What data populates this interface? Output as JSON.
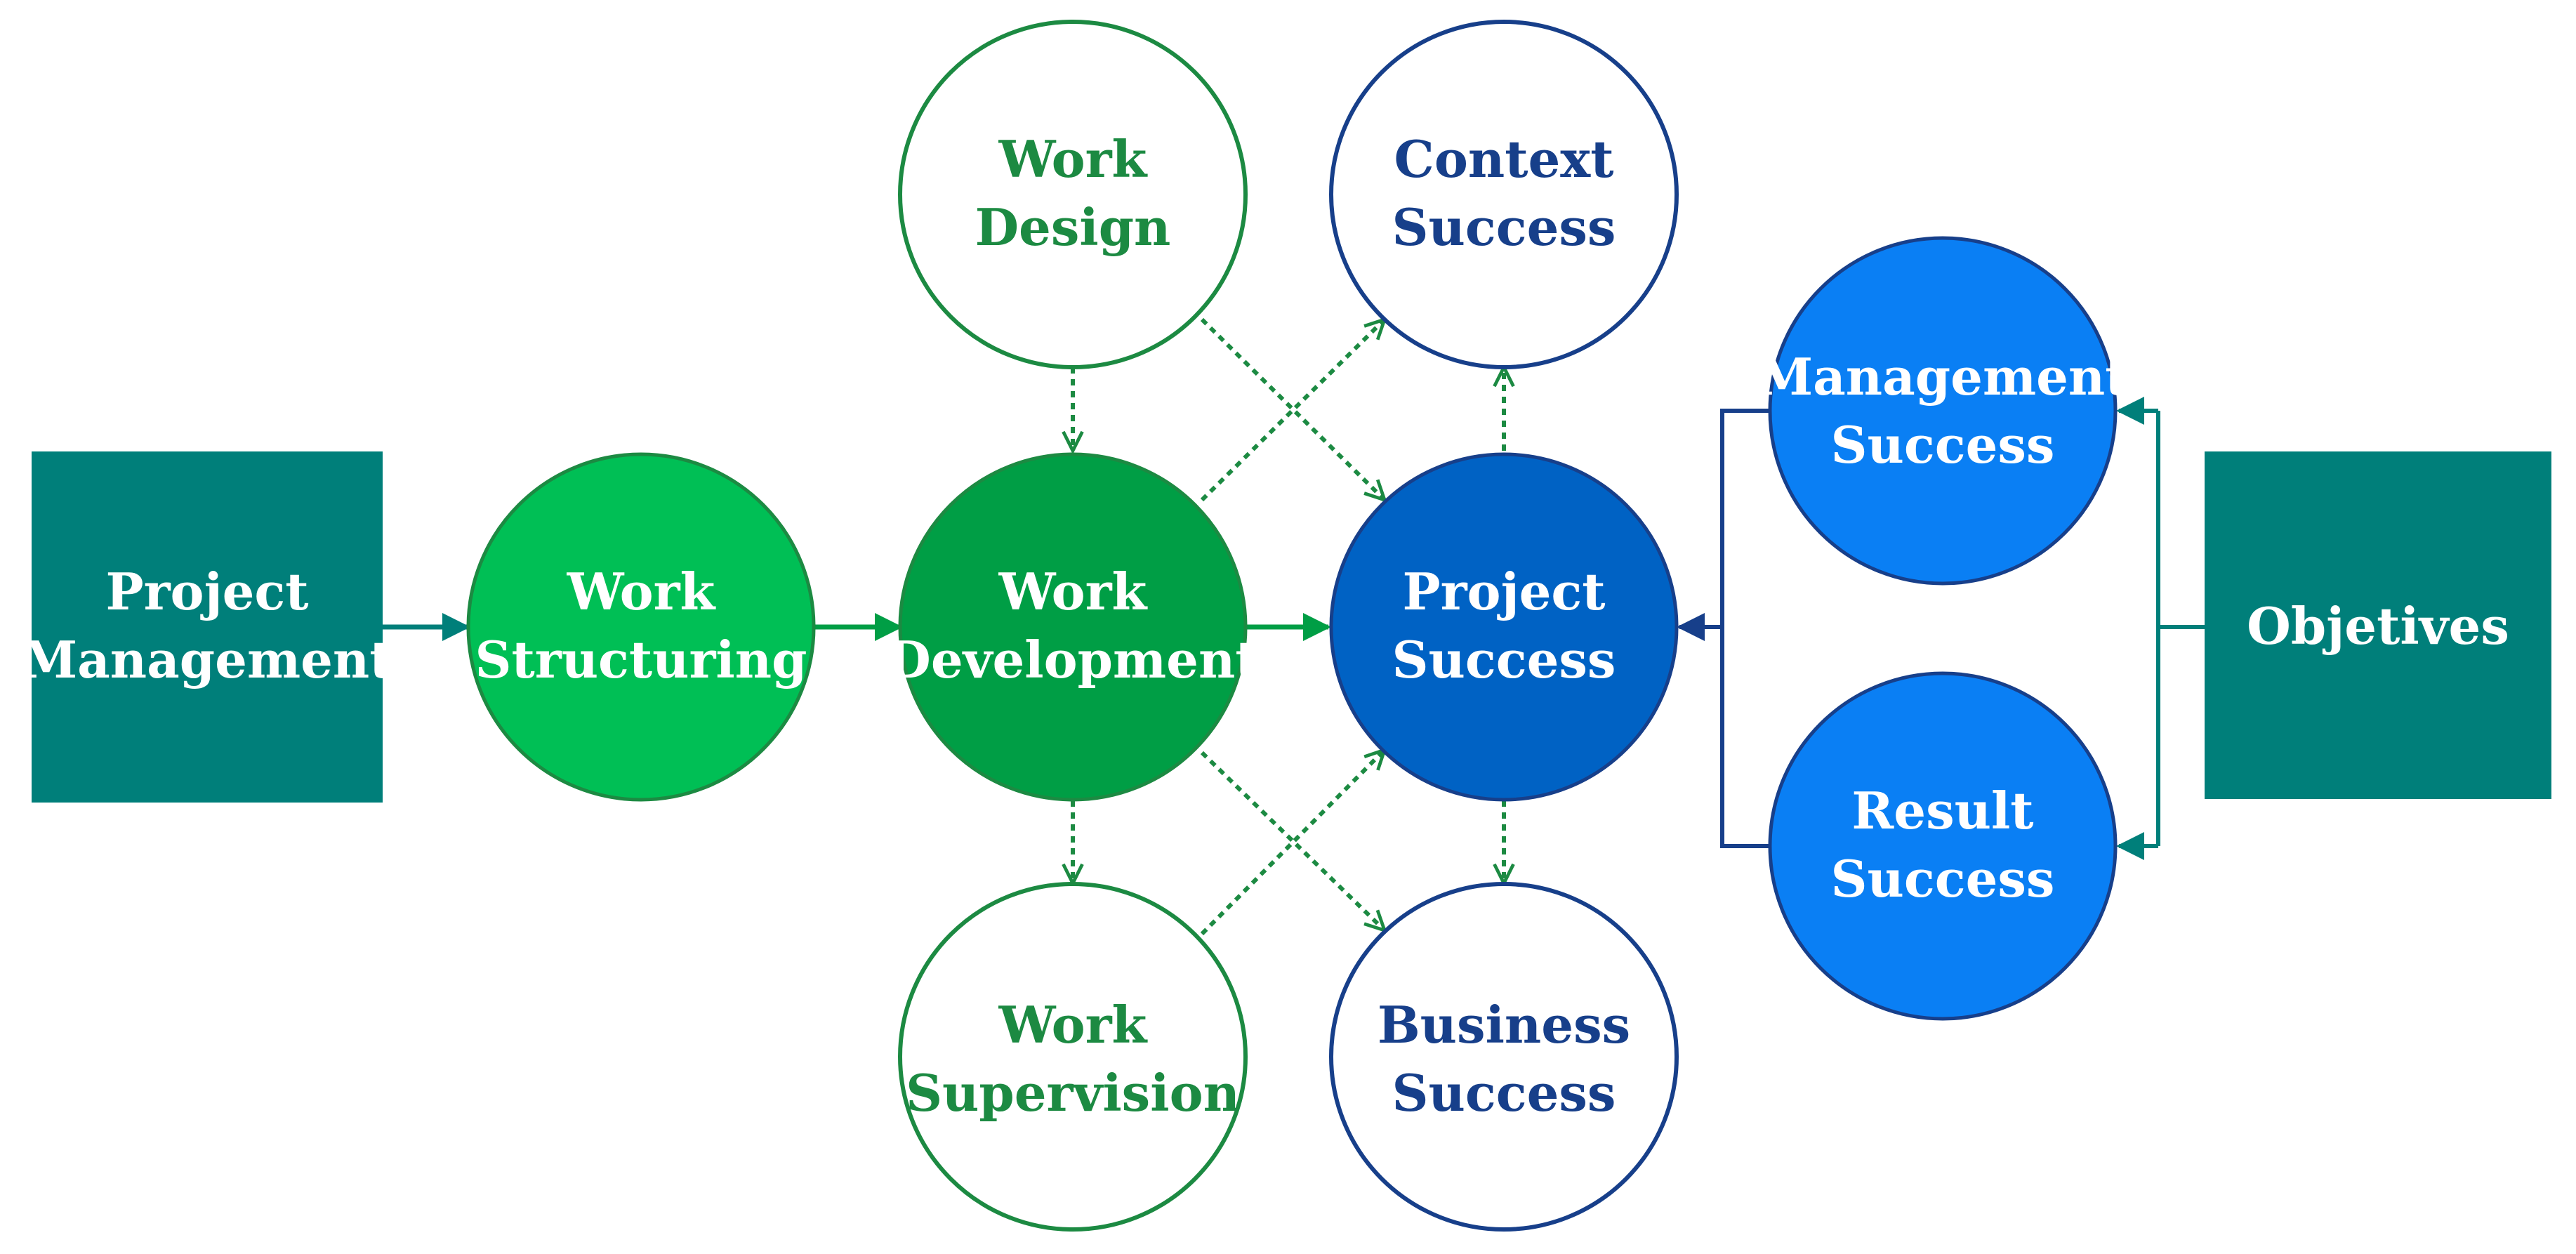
{
  "colors": {
    "teal": "#007F7A",
    "bright_green": "#00BF55",
    "dark_green": "#009E45",
    "green_text": "#1C8A42",
    "dark_blue": "#0062C4",
    "light_blue": "#0A7FF4",
    "navy": "#173F8A",
    "white": "#FFFFFF"
  },
  "nodes": {
    "project_management": {
      "line1": "Project",
      "line2": "Management"
    },
    "work_structuring": {
      "line1": "Work",
      "line2": "Structuring"
    },
    "work_development": {
      "line1": "Work",
      "line2": "Development"
    },
    "work_design": {
      "line1": "Work",
      "line2": "Design"
    },
    "work_supervision": {
      "line1": "Work",
      "line2": "Supervision"
    },
    "project_success": {
      "line1": "Project",
      "line2": "Success"
    },
    "context_success": {
      "line1": "Context",
      "line2": "Success"
    },
    "business_success": {
      "line1": "Business",
      "line2": "Success"
    },
    "management_success": {
      "line1": "Management",
      "line2": "Success"
    },
    "result_success": {
      "line1": "Result",
      "line2": "Success"
    },
    "objetives": {
      "label": "Objetives"
    }
  }
}
